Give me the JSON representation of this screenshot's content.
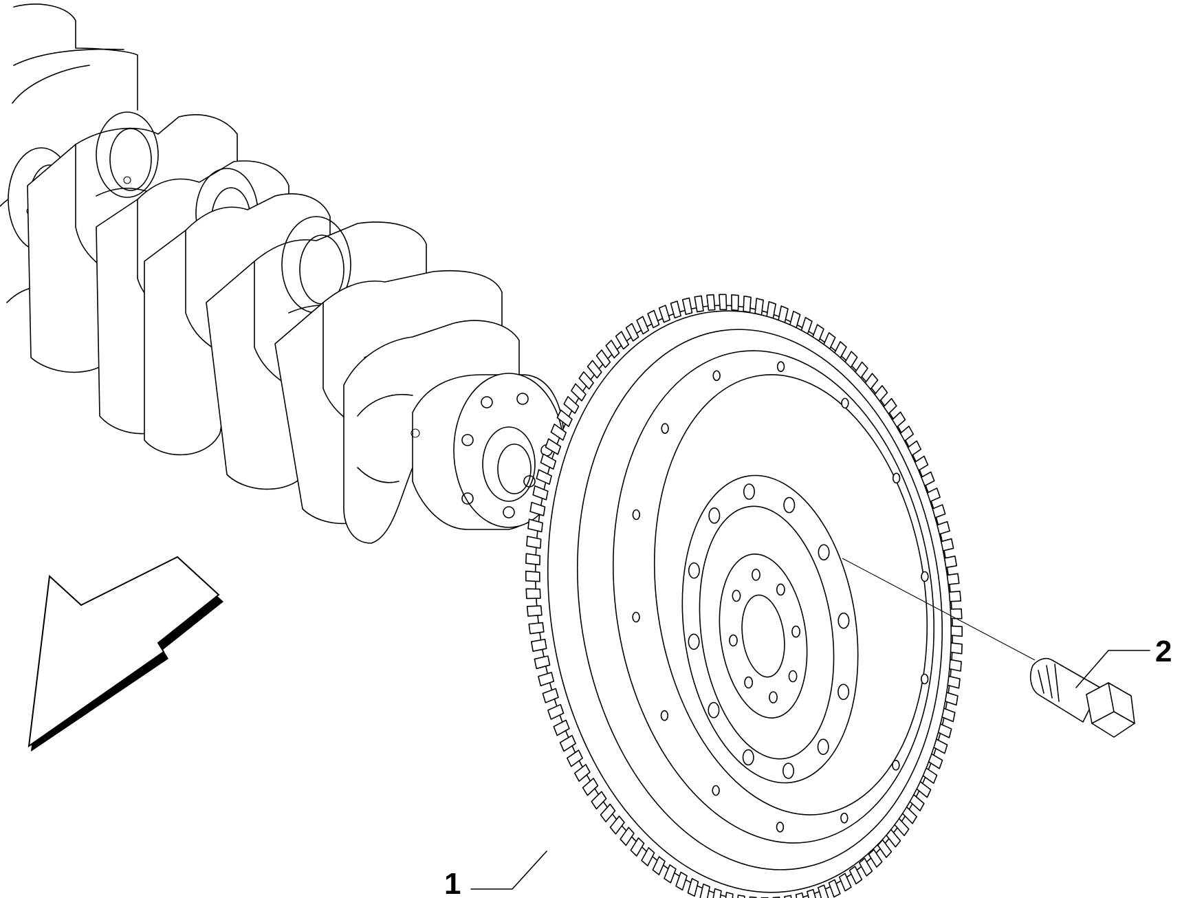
{
  "callouts": [
    {
      "number": "1",
      "part": "flywheel"
    },
    {
      "number": "2",
      "part": "flywheel-bolt"
    }
  ],
  "colors": {
    "line": "#000000",
    "background": "#ffffff"
  }
}
